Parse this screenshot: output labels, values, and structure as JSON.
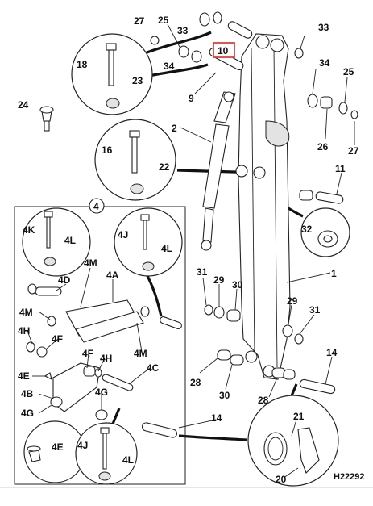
{
  "diagram": {
    "drawing_code": "H22292",
    "highlighted_callout": "10",
    "highlight_color": "#e0413c",
    "group_label": "4",
    "labels": {
      "c27a": "27",
      "c25a": "25",
      "c33a": "33",
      "c10": "10",
      "c33b": "33",
      "c18": "18",
      "c34a": "34",
      "c34b": "34",
      "c23": "23",
      "c25b": "25",
      "c9": "9",
      "c24": "24",
      "c26": "26",
      "c27b": "27",
      "c2": "2",
      "c16": "16",
      "c22": "22",
      "c11": "11",
      "c4": "4",
      "c4K": "4K",
      "c4L_a": "4L",
      "c4J_a": "4J",
      "c4L_b": "4L",
      "c32": "32",
      "c4M_a": "4M",
      "c4D": "4D",
      "c4A": "4A",
      "c31a": "31",
      "c29a": "29",
      "c30a": "30",
      "c1": "1",
      "c4M_b": "4M",
      "c4H_a": "4H",
      "c4F_a": "4F",
      "c4M_c": "4M",
      "c29b": "29",
      "c31b": "31",
      "c4F_b": "4F",
      "c4H_b": "4H",
      "c14a": "14",
      "c4E_a": "4E",
      "c4C": "4C",
      "c28a": "28",
      "c4B": "4B",
      "c4G_a": "4G",
      "c30b": "30",
      "c28b": "28",
      "c4G_b": "4G",
      "c14b": "14",
      "c21": "21",
      "c4E_b": "4E",
      "c4J_b": "4J",
      "c4L_c": "4L",
      "c20": "20"
    }
  }
}
